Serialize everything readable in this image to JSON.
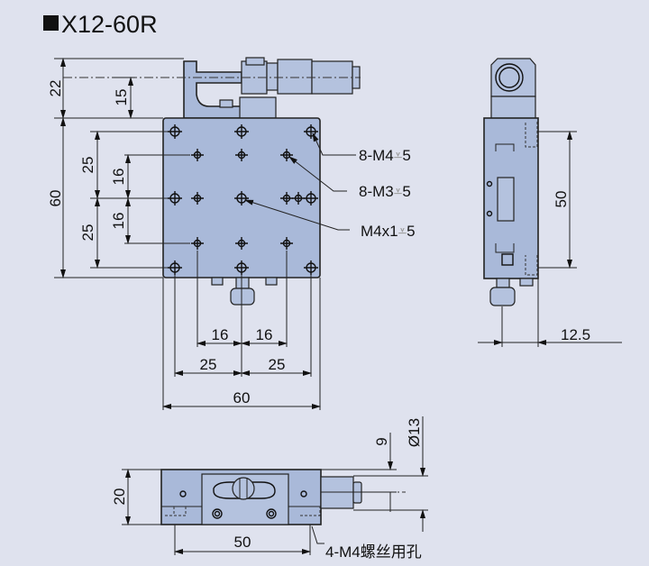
{
  "title": "X12-60R",
  "top_view": {
    "dims": {
      "d22": "22",
      "d15": "15",
      "d60_left": "60",
      "d25_top": "25",
      "d16_a": "16",
      "d16_b": "16",
      "d25_bottom": "25",
      "d16_left": "16",
      "d16_right": "16",
      "d25_left": "25",
      "d25_right": "25",
      "d60_bottom": "60"
    },
    "callouts": [
      {
        "text": "8-M4",
        "depth_symbol": "⩡",
        "depth": "5"
      },
      {
        "text": "8-M3",
        "depth_symbol": "⩡",
        "depth": "5"
      },
      {
        "text": "M4x1",
        "depth_symbol": "⩡",
        "depth": "5"
      }
    ]
  },
  "side_view": {
    "dims": {
      "d50": "50",
      "d12_5": "12.5"
    }
  },
  "front_view": {
    "dims": {
      "d20": "20",
      "d50": "50",
      "d9": "9",
      "d13": "Ø13"
    },
    "callout": "4-M4螺丝用孔"
  }
}
